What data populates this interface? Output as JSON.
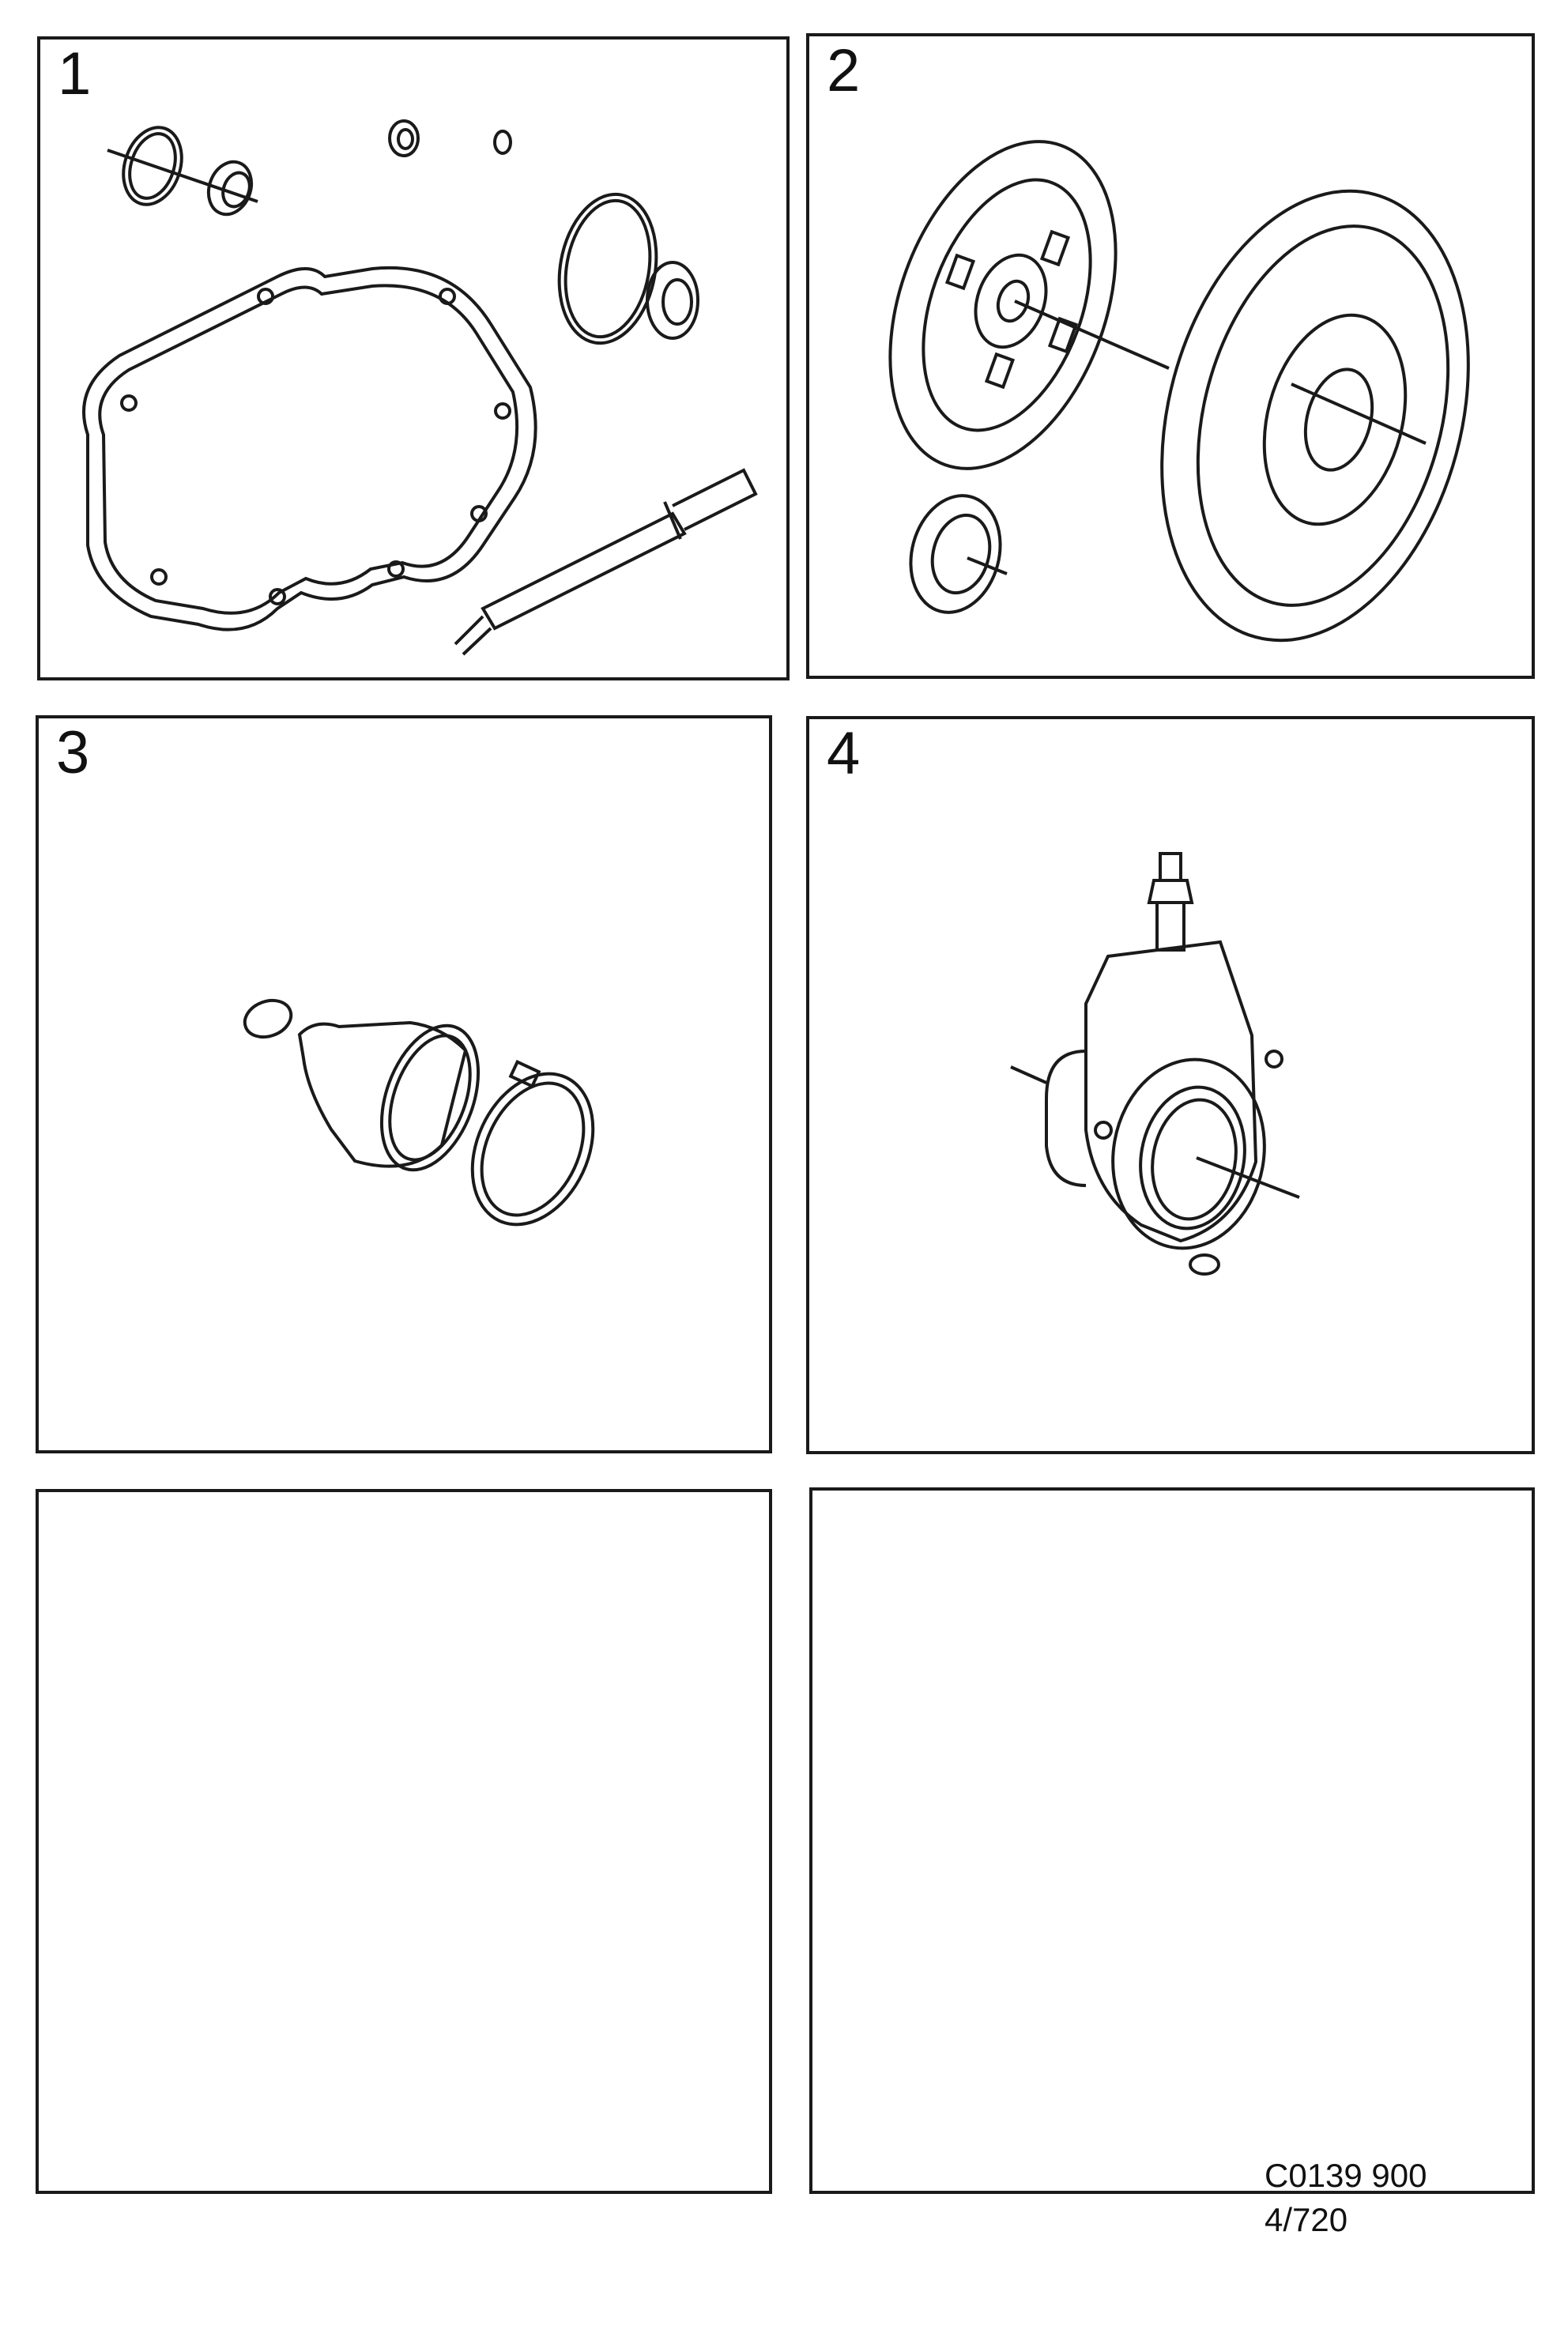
{
  "panels": [
    {
      "number": "1",
      "icon": "gearbox-seal-kit-icon"
    },
    {
      "number": "2",
      "icon": "clutch-kit-icon"
    },
    {
      "number": "3",
      "icon": "drive-shaft-boot-kit-icon"
    },
    {
      "number": "4",
      "icon": "slave-cylinder-bearing-icon"
    },
    {
      "number": "",
      "icon": ""
    },
    {
      "number": "",
      "icon": ""
    }
  ],
  "footer": {
    "code": "C0139 900",
    "page": "4/720"
  },
  "colors": {
    "line": "#1a1a1a",
    "background": "#ffffff"
  }
}
